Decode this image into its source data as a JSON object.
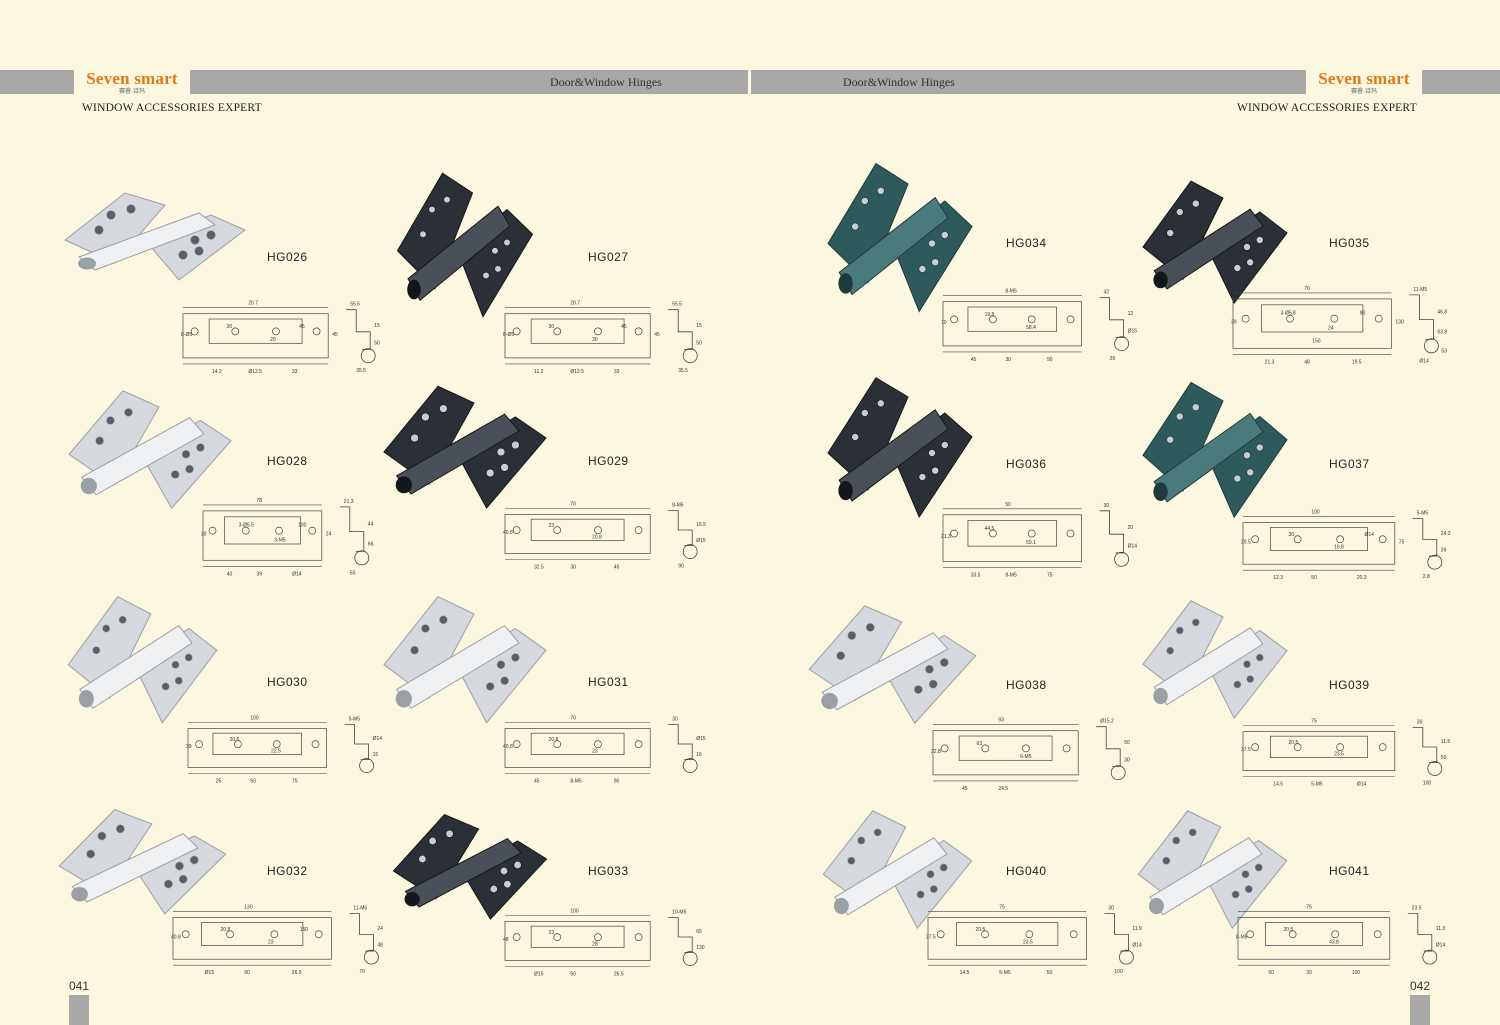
{
  "brand": {
    "name": "Seven smart",
    "sub": "赛睿·诗玛"
  },
  "header": {
    "title_left": "Door&Window Hinges",
    "title_right": "Door&Window Hinges"
  },
  "tagline": "WINDOW ACCESSORIES EXPERT",
  "pages": {
    "left": "041",
    "right": "042"
  },
  "colors": {
    "band": "#a8a8a8",
    "background": "#fbf8df",
    "logo": "#e07818"
  },
  "products": [
    {
      "code": "HG026",
      "finish": "silver",
      "dims": [
        "20.7",
        "Ø12.5",
        "55.5",
        "30",
        "20",
        "8-Ø5",
        "15",
        "50",
        "14.2",
        "33",
        "35.5",
        "45",
        "45"
      ]
    },
    {
      "code": "HG027",
      "finish": "black",
      "dims": [
        "20.7",
        "Ø12.5",
        "55.5",
        "30",
        "30",
        "8-Ø5",
        "15",
        "50",
        "11.2",
        "33",
        "35.5",
        "45",
        "45"
      ]
    },
    {
      "code": "HG028",
      "finish": "silver",
      "dims": [
        "78",
        "39",
        "21.3",
        "3-Ø5.5",
        "3-M5",
        "30",
        "44",
        "66.3",
        "40",
        "Ø14",
        "50",
        "100",
        "24"
      ]
    },
    {
      "code": "HG029",
      "finish": "black",
      "dims": [
        "70",
        "30",
        "8-M5",
        "23",
        "20.8",
        "40.8",
        "16.5",
        "Ø15",
        "32.5",
        "45",
        "90"
      ]
    },
    {
      "code": "HG030",
      "finish": "silver",
      "dims": [
        "100",
        "50",
        "5-M5",
        "20.5",
        "22.5",
        "39",
        "Ø14",
        "15",
        "25",
        "75"
      ]
    },
    {
      "code": "HG031",
      "finish": "silver",
      "dims": [
        "70",
        "8-M5",
        "30",
        "20.8",
        "23",
        "40.8",
        "Ø15",
        "16",
        "45",
        "90"
      ]
    },
    {
      "code": "HG032",
      "finish": "silver",
      "dims": [
        "130",
        "90",
        "11-M5",
        "20.8",
        "23",
        "40.8",
        "24",
        "48",
        "Ø15",
        "26.5",
        "70",
        "150"
      ]
    },
    {
      "code": "HG033",
      "finish": "black",
      "dims": [
        "100",
        "50",
        "10-M5",
        "23",
        "28",
        "48",
        "65",
        "130",
        "Ø15",
        "26.5"
      ]
    },
    {
      "code": "HG034",
      "finish": "green",
      "dims": [
        "8-M5",
        "30",
        "42",
        "19.8",
        "58.4",
        "70",
        "12",
        "Ø15",
        "45",
        "90",
        "29"
      ]
    },
    {
      "code": "HG035",
      "finish": "black",
      "dims": [
        "70",
        "48",
        "11-M5",
        "3-Ø5.8",
        "24",
        "39",
        "46.8",
        "63.8",
        "21.3",
        "19.5",
        "Ø14",
        "90",
        "130",
        "150",
        "53"
      ]
    },
    {
      "code": "HG036",
      "finish": "black",
      "dims": [
        "50",
        "8-M5",
        "30",
        "44.5",
        "59.1",
        "21.3",
        "20",
        "Ø14",
        "33.5",
        "75"
      ]
    },
    {
      "code": "HG037",
      "finish": "green",
      "dims": [
        "100",
        "50",
        "5-M5",
        "30",
        "16.8",
        "20.5",
        "24.2",
        "39",
        "12.3",
        "20.3",
        "2.8",
        "Ø14",
        "75"
      ]
    },
    {
      "code": "HG038",
      "finish": "silver",
      "dims": [
        "93",
        "24.5",
        "Ø15.2",
        "63",
        "6-M5",
        "22.8",
        "50",
        "30",
        "45"
      ]
    },
    {
      "code": "HG039",
      "finish": "silver",
      "dims": [
        "75",
        "5-M5",
        "30",
        "20.5",
        "23.5",
        "37.5",
        "11.5",
        "50",
        "14.5",
        "Ø14",
        "100"
      ]
    },
    {
      "code": "HG040",
      "finish": "silver",
      "dims": [
        "75",
        "5-M5",
        "30",
        "20.5",
        "23.5",
        "37.5",
        "11.9",
        "Ø14",
        "14.5",
        "50",
        "100"
      ]
    },
    {
      "code": "HG041",
      "finish": "silver",
      "dims": [
        "75",
        "30",
        "23.5",
        "20.5",
        "43.8",
        "8-M5",
        "11.3",
        "Ø14",
        "50",
        "100"
      ]
    }
  ]
}
